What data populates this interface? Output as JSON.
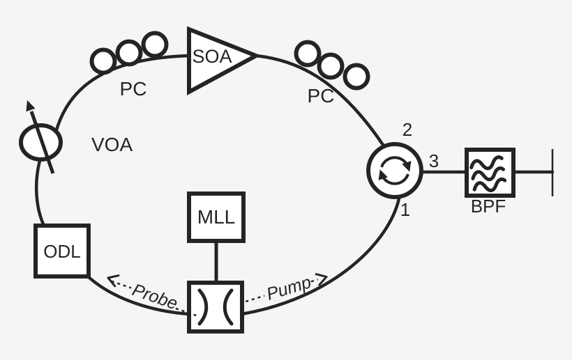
{
  "colors": {
    "background": "#f5f5f5",
    "ink": "#272324"
  },
  "components": {
    "soa": {
      "label": "SOA"
    },
    "pc_left": {
      "label": "PC"
    },
    "pc_right": {
      "label": "PC"
    },
    "voa": {
      "label": "VOA"
    },
    "odl": {
      "label": "ODL"
    },
    "mll": {
      "label": "MLL"
    },
    "bpf": {
      "label": "BPF"
    },
    "circulator": {
      "port_top": "2",
      "port_right": "3",
      "port_bottom": "1"
    }
  },
  "annotations": {
    "probe": {
      "label": "Probe",
      "direction": "left"
    },
    "pump": {
      "label": "Pump",
      "direction": "right"
    }
  }
}
